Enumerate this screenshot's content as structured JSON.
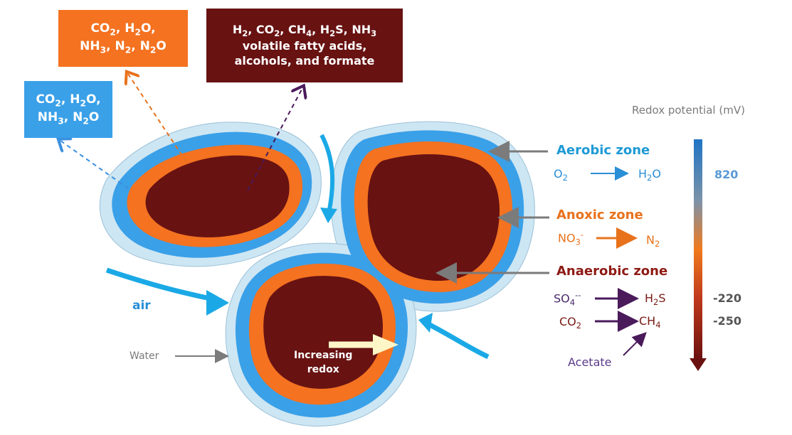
{
  "colors": {
    "anaerobic": "#681212",
    "anoxic": "#f47220",
    "aerobic": "#3aa0e8",
    "water": "#cde6f3",
    "air_arrow": "#1aa9e6"
  },
  "boxes": {
    "orange": {
      "line1": "CO",
      "line2": "NH",
      "sub1": "2",
      "sub2": "2",
      "sub3": "3",
      "sub4": "2",
      "sub5": "2"
    },
    "blue": {
      "line1": "CO",
      "sub1": "2",
      "sub2": "2",
      "sub3": "3",
      "sub4": "2"
    },
    "dark": {
      "line2": "volatile fatty acids,",
      "line3": "alcohols, and formate"
    }
  },
  "labels": {
    "air": "air",
    "water": "Water",
    "increasing_redox_1": "Increasing",
    "increasing_redox_2": "redox",
    "redox_title": "Redox potential (mV)"
  },
  "zones": {
    "aerobic": "Aerobic zone",
    "anoxic": "Anoxic zone",
    "anaerobic": "Anaerobic zone"
  },
  "reactions": {
    "acetate": "Acetate"
  },
  "redox_values": {
    "high": "820",
    "sulfate": "-220",
    "methane": "-250"
  }
}
